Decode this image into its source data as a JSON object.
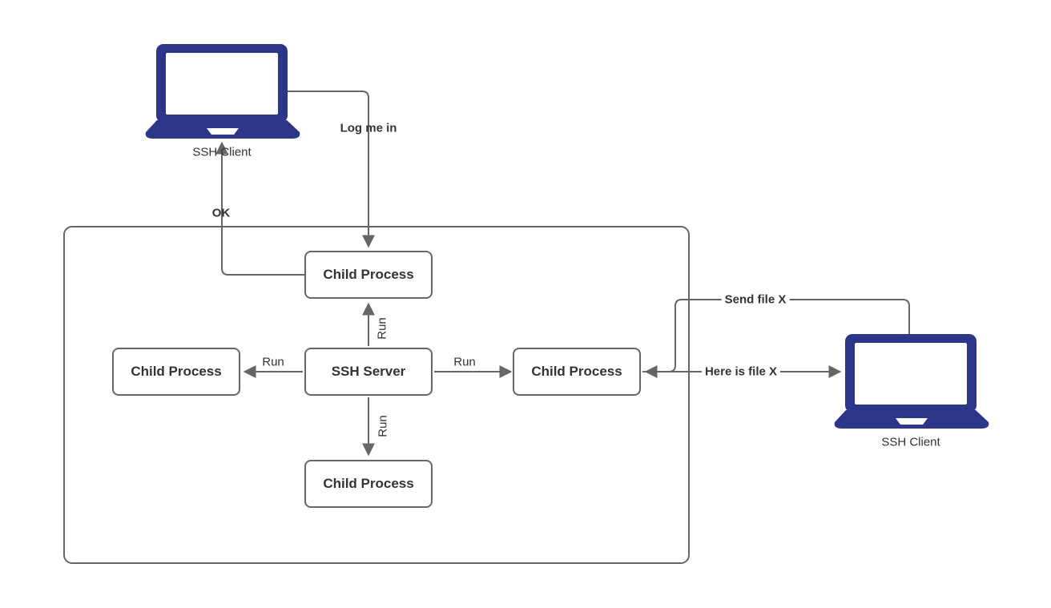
{
  "nodes": {
    "child_top": "Child Process",
    "child_left": "Child Process",
    "server": "SSH Server",
    "child_right": "Child Process",
    "child_bottom": "Child Process"
  },
  "clients": {
    "left": "SSH Client",
    "right": "SSH Client"
  },
  "edge_labels": {
    "log_me_in": "Log me in",
    "ok": "OK",
    "run_up": "Run",
    "run_left": "Run",
    "run_right": "Run",
    "run_down": "Run",
    "send_file": "Send file X",
    "here_is_file": "Here is file X"
  },
  "colors": {
    "laptop_fill": "#2d3588",
    "connector": "#666666",
    "box_border": "#666666",
    "text": "#333333",
    "background": "#ffffff"
  }
}
